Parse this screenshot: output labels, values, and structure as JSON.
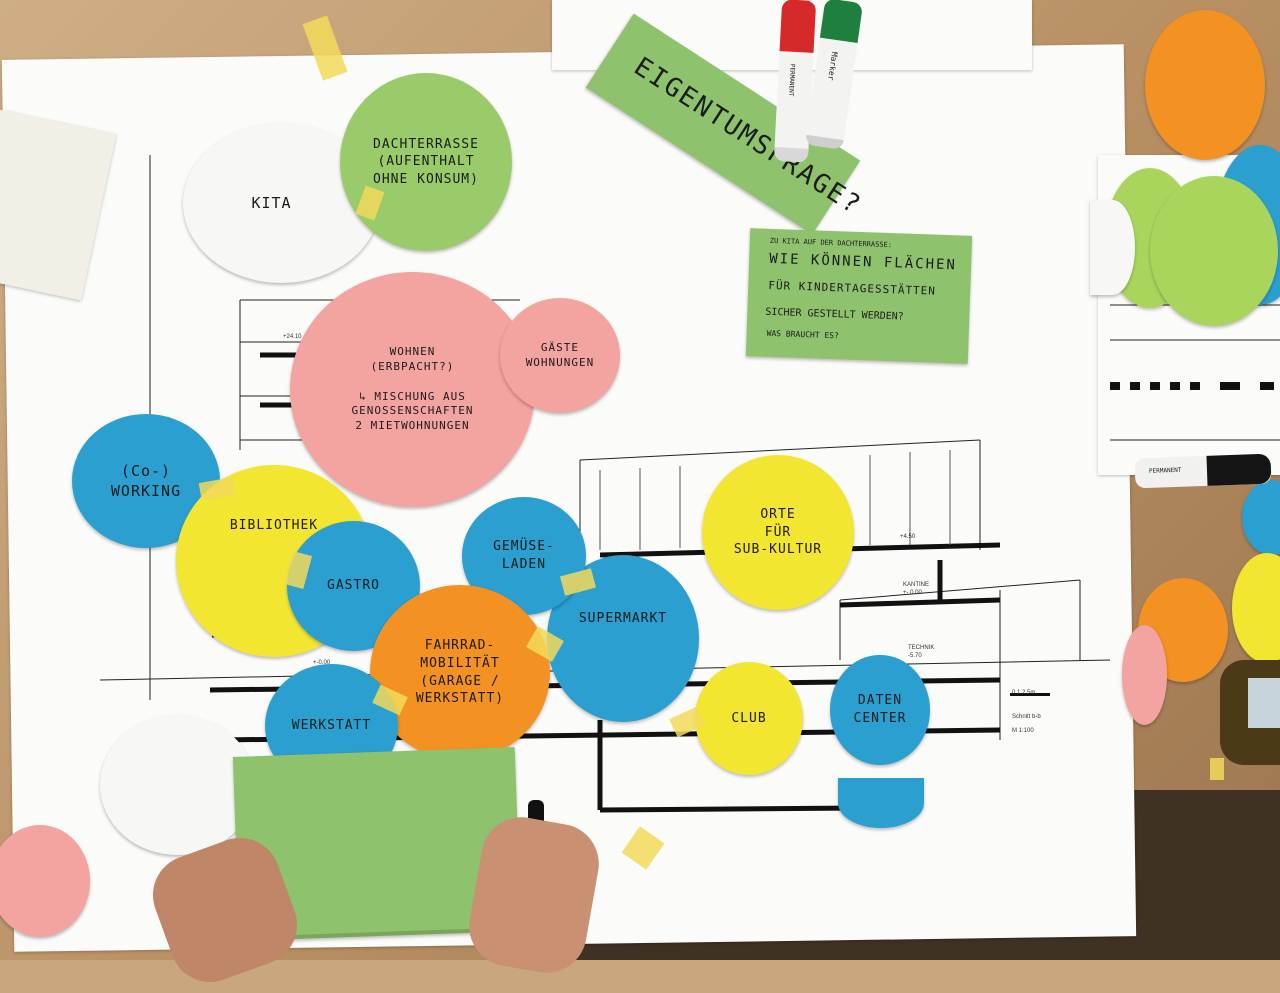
{
  "notes": {
    "eigentum": "EIGENTUMSFRAGE?",
    "question_line1": "ZU KITA AUF DER DACHTERRASSE:",
    "question_line2": "WIE KÖNNEN FLÄCHEN",
    "question_line3": "FÜR KINDERTAGESSTÄTTEN",
    "question_line4": "SICHER GESTELLT WERDEN?",
    "question_line5": "WAS BRAUCHT ES?"
  },
  "circles": {
    "kita": "KITA",
    "dachterrasse": "DACHTERRASSE\n(AUFENTHALT\nOHNE KONSUM)",
    "wohnen": "WOHNEN\n(ERBPACHT?)\n\n↳ MISCHUNG AUS\nGENOSSENSCHAFTEN\n2 MIETWOHNUNGEN",
    "gaeste": "GÄSTE\nWOHNUNGEN",
    "coworking": "(Co-)\nWORKING",
    "bibliothek": "BIBLIOTHEK",
    "gastro": "GASTRO",
    "gemuese": "GEMÜSE-\nLADEN",
    "supermarkt": "SUPERMARKT",
    "fahrrad": "FAHRRAD-\nMOBILITÄT\n(GARAGE /\nWERKSTATT)",
    "werkstatt": "WERKSTATT",
    "subkultur": "ORTE\nFÜR\nSUB-KULTUR",
    "club": "CLUB",
    "daten": "DATEN\nCENTER"
  },
  "plan_labels": {
    "kantine": "KANTINE",
    "kantine_level": "+- 0.00",
    "technik": "TECHNIK",
    "technik_level": "-5.70",
    "level_450": "+4.50",
    "level_000": "+-0.00",
    "level_2410": "+24.10",
    "scale": "0 1 2     5m",
    "schnitt": "Schnitt b-b",
    "massstab": "M 1:100"
  },
  "markers": {
    "red_label": "PERMANENT",
    "green_label": "Marker",
    "black_label": "PERMANENT"
  },
  "colors": {
    "blue": "#2a9fd0",
    "yellow": "#f3e630",
    "orange": "#f39122",
    "pink": "#f3a3a0",
    "green": "#9acb6b"
  }
}
